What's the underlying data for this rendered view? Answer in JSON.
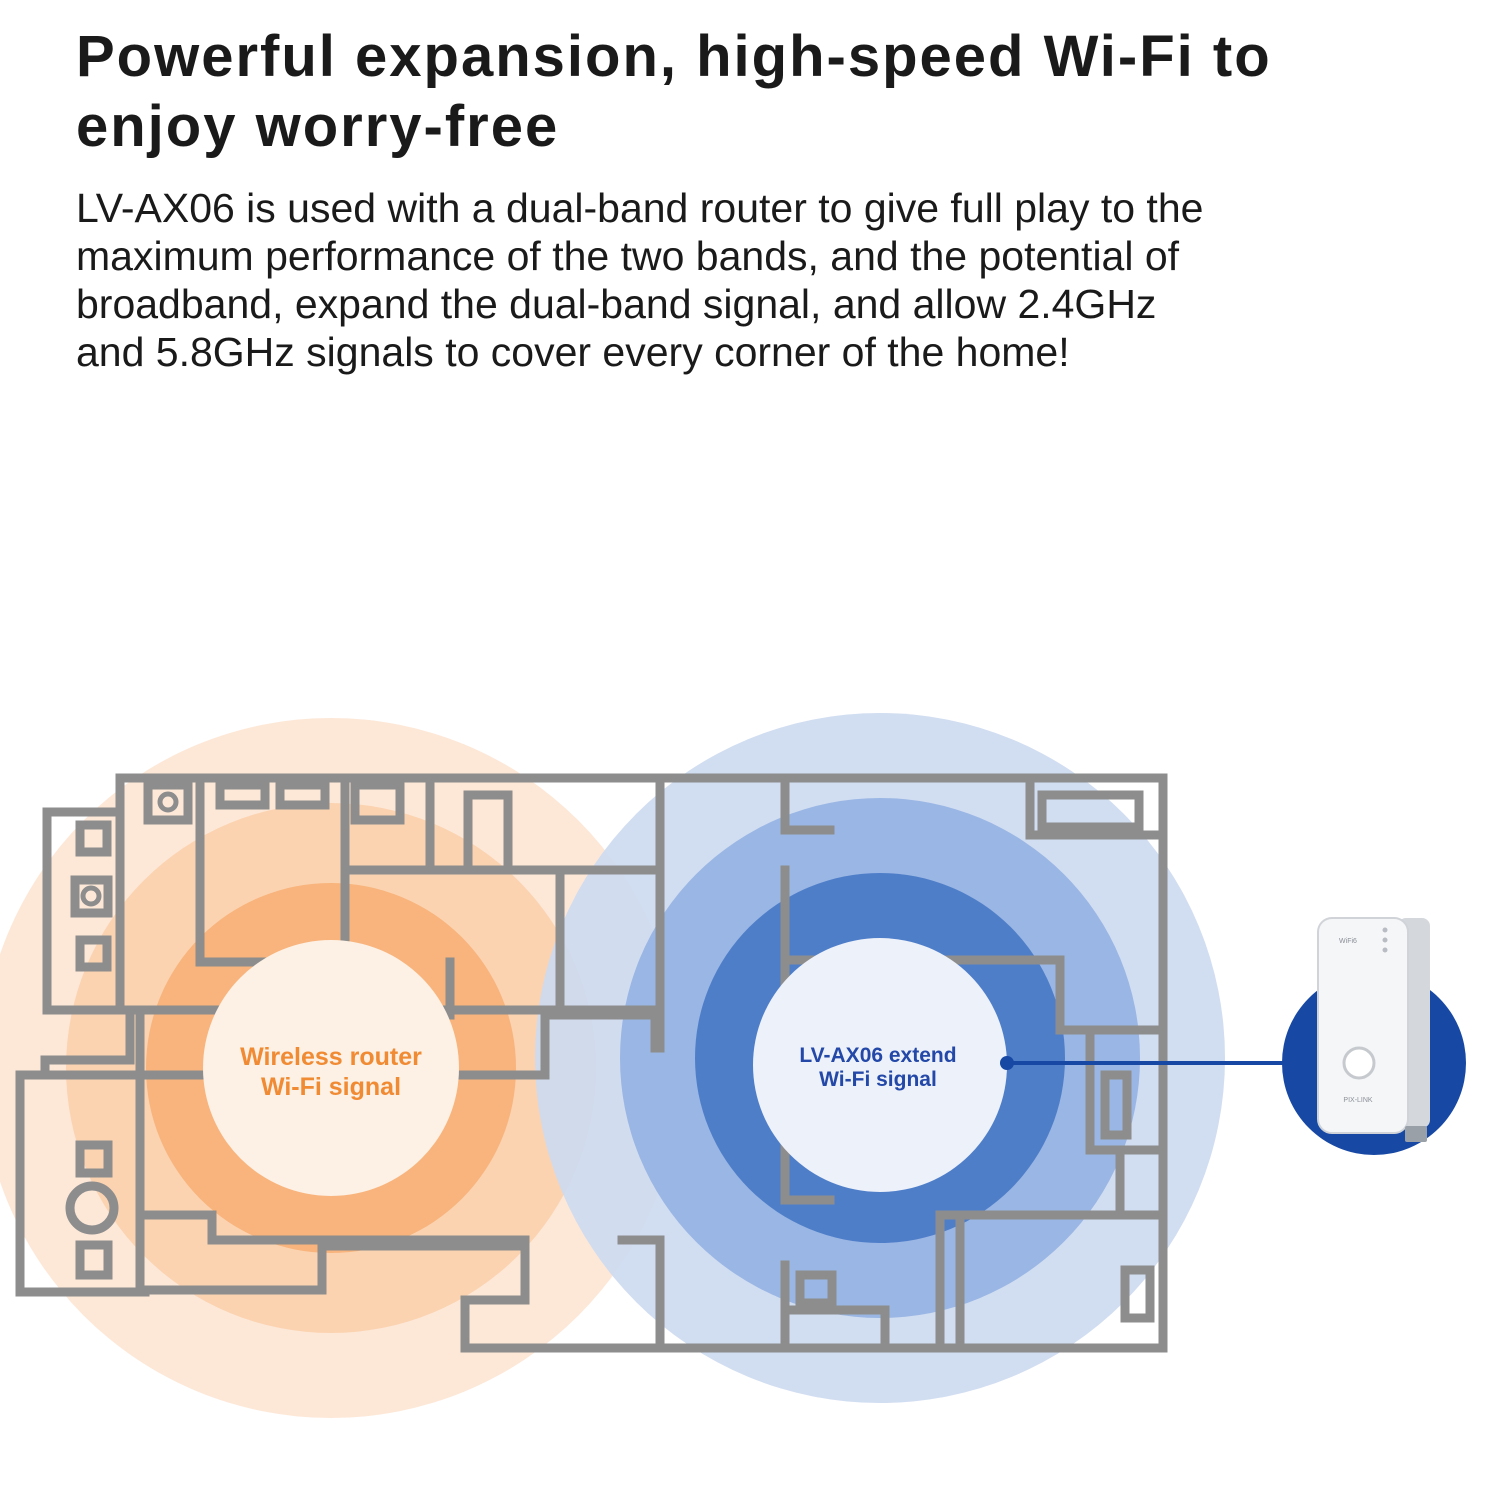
{
  "headline": {
    "line1": "Powerful expansion, high-speed Wi-Fi to",
    "line2": "enjoy worry-free"
  },
  "description": {
    "line1": "LV-AX06 is used with a dual-band router to give full play to the",
    "line2": "maximum performance of the two bands, and the potential of",
    "line3": "broadband, expand the dual-band signal, and allow 2.4GHz",
    "line4": "and 5.8GHz signals to cover every corner of the home!"
  },
  "router_signal": {
    "line1": "Wireless router",
    "line2": "Wi-Fi signal"
  },
  "extender_signal": {
    "line1": "LV-AX06 extend",
    "line2": "Wi-Fi signal"
  },
  "device": {
    "badge": "WiFi6",
    "brand": "PIX-LINK"
  },
  "colors": {
    "router_signal": "#f39a4c",
    "extender_signal": "#4d7ec9",
    "walls": "#8d8d8d",
    "device_badge": "#1748a4"
  }
}
